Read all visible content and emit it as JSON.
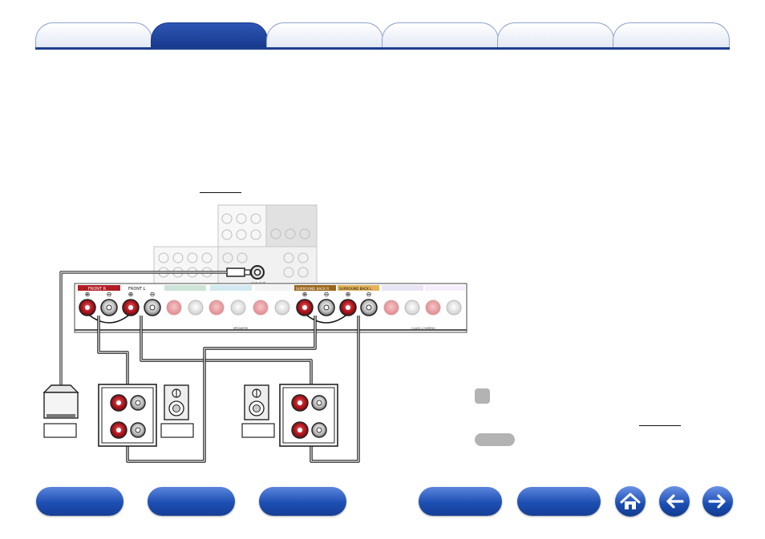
{
  "tabs": [
    {
      "id": "tab-1",
      "label": ""
    },
    {
      "id": "tab-2",
      "label": "",
      "active": true
    },
    {
      "id": "tab-3",
      "label": ""
    },
    {
      "id": "tab-4",
      "label": ""
    },
    {
      "id": "tab-5",
      "label": ""
    },
    {
      "id": "tab-6",
      "label": ""
    }
  ],
  "diagram": {
    "terminal_labels": {
      "front_r": "FRONT R",
      "front_l": "FRONT L",
      "surround_back_r": "SURROUND BACK R",
      "surround_back_l": "SURROUND BACK L"
    },
    "speakers_label": "SPEAKERS",
    "sub_out_label": "SUB OUT",
    "class2_label": "CLASS 2 WIRING"
  },
  "colors": {
    "tab_active": "#173a8e",
    "nav_button": "#1d4fb3",
    "terminal_red": "#a5151d",
    "label_front": "#b11d24",
    "label_surround_back": "#9a6418"
  },
  "nav": {
    "home_icon": "home-icon",
    "back_icon": "arrow-left-icon",
    "forward_icon": "arrow-right-icon"
  }
}
